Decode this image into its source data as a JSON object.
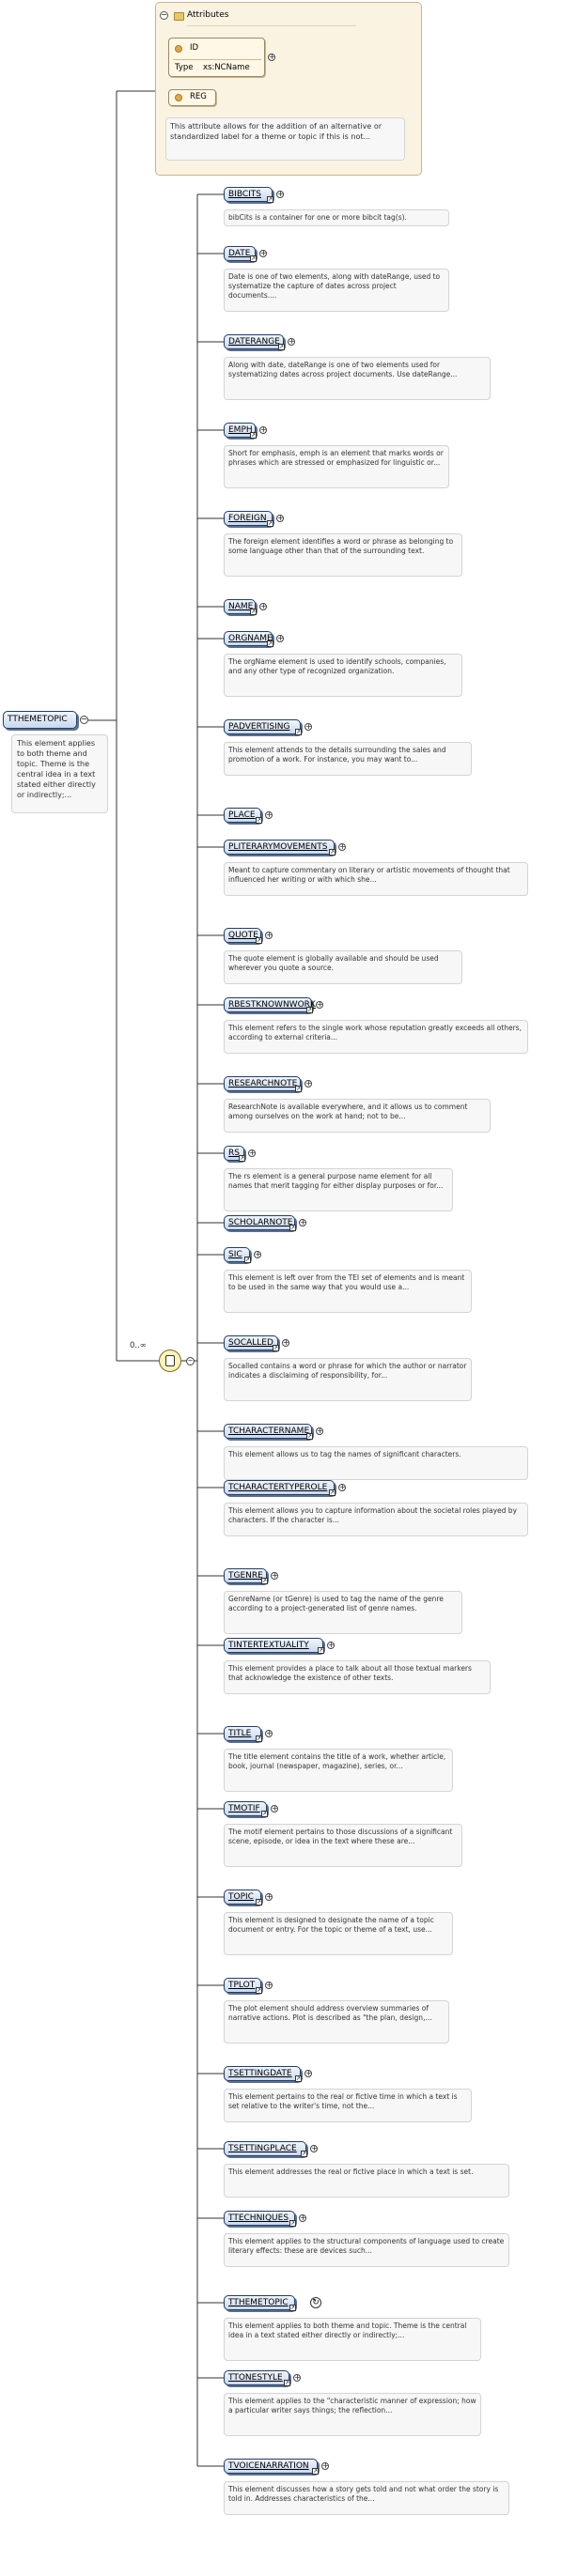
{
  "attributes": {
    "title": "Attributes",
    "id_attr": {
      "name": "ID",
      "type_label": "Type",
      "type_value": "xs:NCName"
    },
    "reg_attr": {
      "name": "REG",
      "doc": "This attribute allows for the addition of an alternative or standardized label for a theme or topic if this is not..."
    }
  },
  "root": {
    "name": "TTHEMETOPIC",
    "doc": "This element applies to both theme and topic.  Theme is the central idea in a text stated either directly or indirectly;..."
  },
  "choice": {
    "occurrence": "0..∞"
  },
  "children": [
    {
      "name": "BIBCITS",
      "doc": "bibCits is a container for one or more bibcit tag(s)."
    },
    {
      "name": "DATE",
      "doc": "Date is one of two elements, along with dateRange, used to systematize the capture of dates across project documents...."
    },
    {
      "name": "DATERANGE",
      "doc": "Along with date, dateRange is one of two elements used for systematizing dates across project documents. Use dateRange..."
    },
    {
      "name": "EMPH",
      "doc": "Short for emphasis, emph is an element that marks words or phrases which are stressed or emphasized for linguistic or..."
    },
    {
      "name": "FOREIGN",
      "doc": "The foreign element identifies a word or phrase as belonging to some language other than that of the surrounding text."
    },
    {
      "name": "NAME",
      "doc": ""
    },
    {
      "name": "ORGNAME",
      "doc": "The orgName element is used to identify schools, companies, and any other type of recognized organization."
    },
    {
      "name": "PADVERTISING",
      "doc": "This element attends to the details surrounding the sales and promotion of a work. For instance, you may want to..."
    },
    {
      "name": "PLACE",
      "doc": ""
    },
    {
      "name": "PLITERARYMOVEMENTS",
      "doc": "Meant to capture commentary on literary or artistic movements of thought that influenced her writing or with which she..."
    },
    {
      "name": "QUOTE",
      "doc": "The quote element is globally available and should be used wherever you quote a source."
    },
    {
      "name": "RBESTKNOWNWORK",
      "doc": "This element refers to the single work whose reputation greatly exceeds all others, according to external criteria..."
    },
    {
      "name": "RESEARCHNOTE",
      "doc": "ResearchNote is available everywhere, and it allows us to comment among ourselves on the work at hand; not to be..."
    },
    {
      "name": "RS",
      "doc": "The rs element is a general purpose name element for all names that merit tagging for either display purposes or for..."
    },
    {
      "name": "SCHOLARNOTE",
      "doc": ""
    },
    {
      "name": "SIC",
      "doc": "This element is left over from the TEI set of elements and is meant to be used in the same way that you would use a..."
    },
    {
      "name": "SOCALLED",
      "doc": "Socalled contains a word or phrase for which the author or narrator indicates a disclaiming of responsibility, for..."
    },
    {
      "name": "TCHARACTERNAME",
      "doc": "This element allows us to tag the names of significant characters."
    },
    {
      "name": "TCHARACTERTYPEROLE",
      "doc": "This element allows you to capture information about the societal roles played by characters. If the character is..."
    },
    {
      "name": "TGENRE",
      "doc": "GenreName (or tGenre) is used to tag the name of the genre according to a project-generated list of genre names."
    },
    {
      "name": "TINTERTEXTUALITY",
      "doc": "This element provides a place to talk about all those textual markers that acknowledge the existence of other texts."
    },
    {
      "name": "TITLE",
      "doc": "The title element contains the title of a work, whether article, book, journal (newspaper, magazine), series, or..."
    },
    {
      "name": "TMOTIF",
      "doc": "The motif element pertains to those discussions of a significant scene, episode, or idea in the text where these are..."
    },
    {
      "name": "TOPIC",
      "doc": "This element is designed to designate the name of a topic document or entry. For the topic or theme of a text, use..."
    },
    {
      "name": "TPLOT",
      "doc": "The plot element should address overview summaries of narrative actions. Plot is described as \"the plan, design,..."
    },
    {
      "name": "TSETTINGDATE",
      "doc": "This element pertains to the real or fictive time in which a text is set relative to the writer's time, not the..."
    },
    {
      "name": "TSETTINGPLACE",
      "doc": "This element addresses the real or fictive place in which a text is set."
    },
    {
      "name": "TTECHNIQUES",
      "doc": "This element applies to the structural components of language used to create literary effects: these are devices such..."
    },
    {
      "name": "TTHEMETOPIC",
      "doc": "This element applies to both theme and topic.  Theme is the central idea in a text stated either directly or indirectly;...",
      "recursive": true
    },
    {
      "name": "TTONESTYLE",
      "doc": "This element applies to the \"characteristic manner of expression; how a particular writer says things; the reflection..."
    },
    {
      "name": "TVOICENARRATION",
      "doc": "This element discusses how a story gets told and not what order the story is told in. Addresses characteristics of the..."
    }
  ]
}
